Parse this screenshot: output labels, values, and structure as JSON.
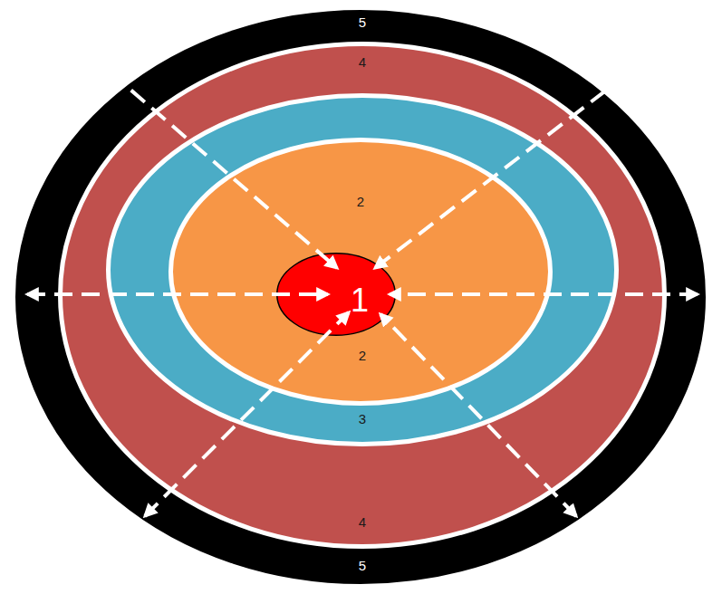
{
  "diagram": {
    "nodes": [
      {
        "text": [
          "5",
          "5"
        ]
      },
      {
        "text": [
          "4",
          "4"
        ],
        "in": 0
      },
      {
        "text": [
          "3"
        ],
        "in": 1
      },
      {
        "text": [
          "2",
          "2"
        ],
        "in": 2
      },
      {
        "text": [
          "1"
        ],
        "in": 3
      }
    ]
  }
}
